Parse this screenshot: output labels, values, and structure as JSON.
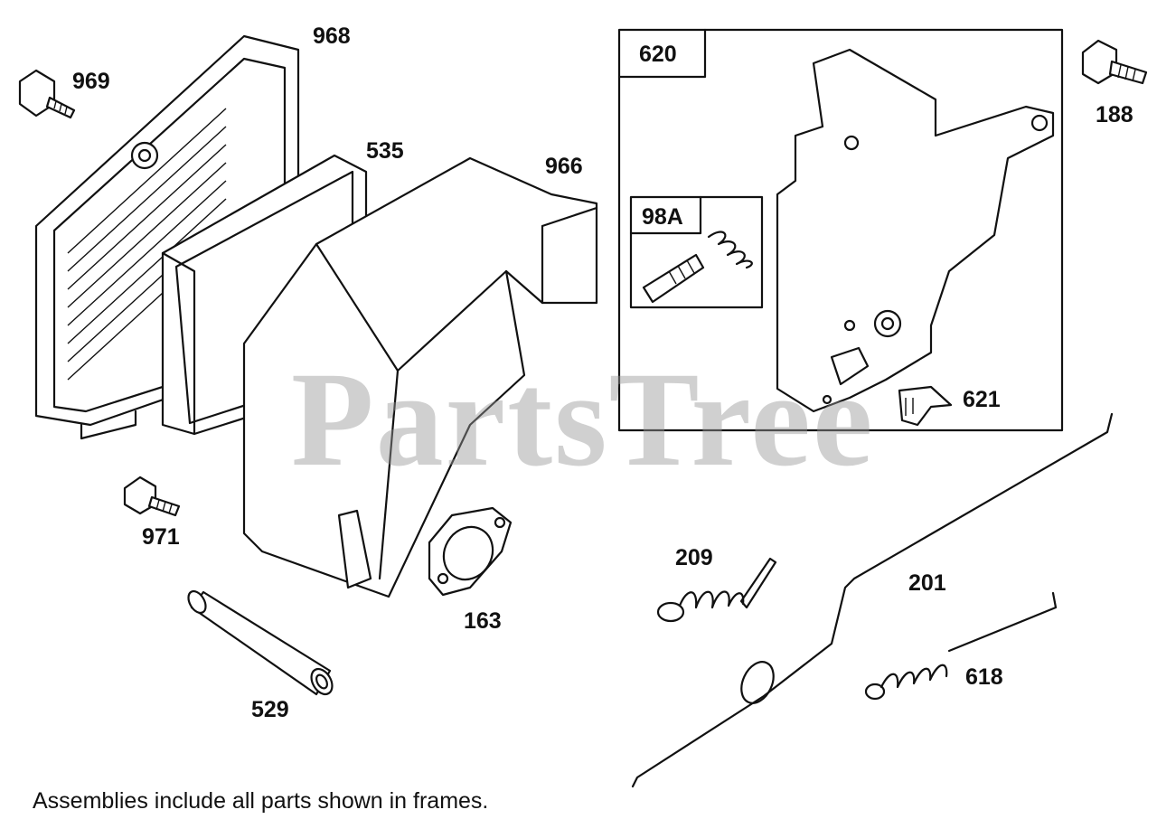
{
  "watermark": "PartsTree",
  "caption": "Assemblies include all parts shown in frames.",
  "parts": {
    "p969": "969",
    "p968": "968",
    "p535": "535",
    "p966": "966",
    "p620": "620",
    "p188": "188",
    "p98A": "98A",
    "p621": "621",
    "p971": "971",
    "p163": "163",
    "p529": "529",
    "p209": "209",
    "p201": "201",
    "p618": "618"
  }
}
